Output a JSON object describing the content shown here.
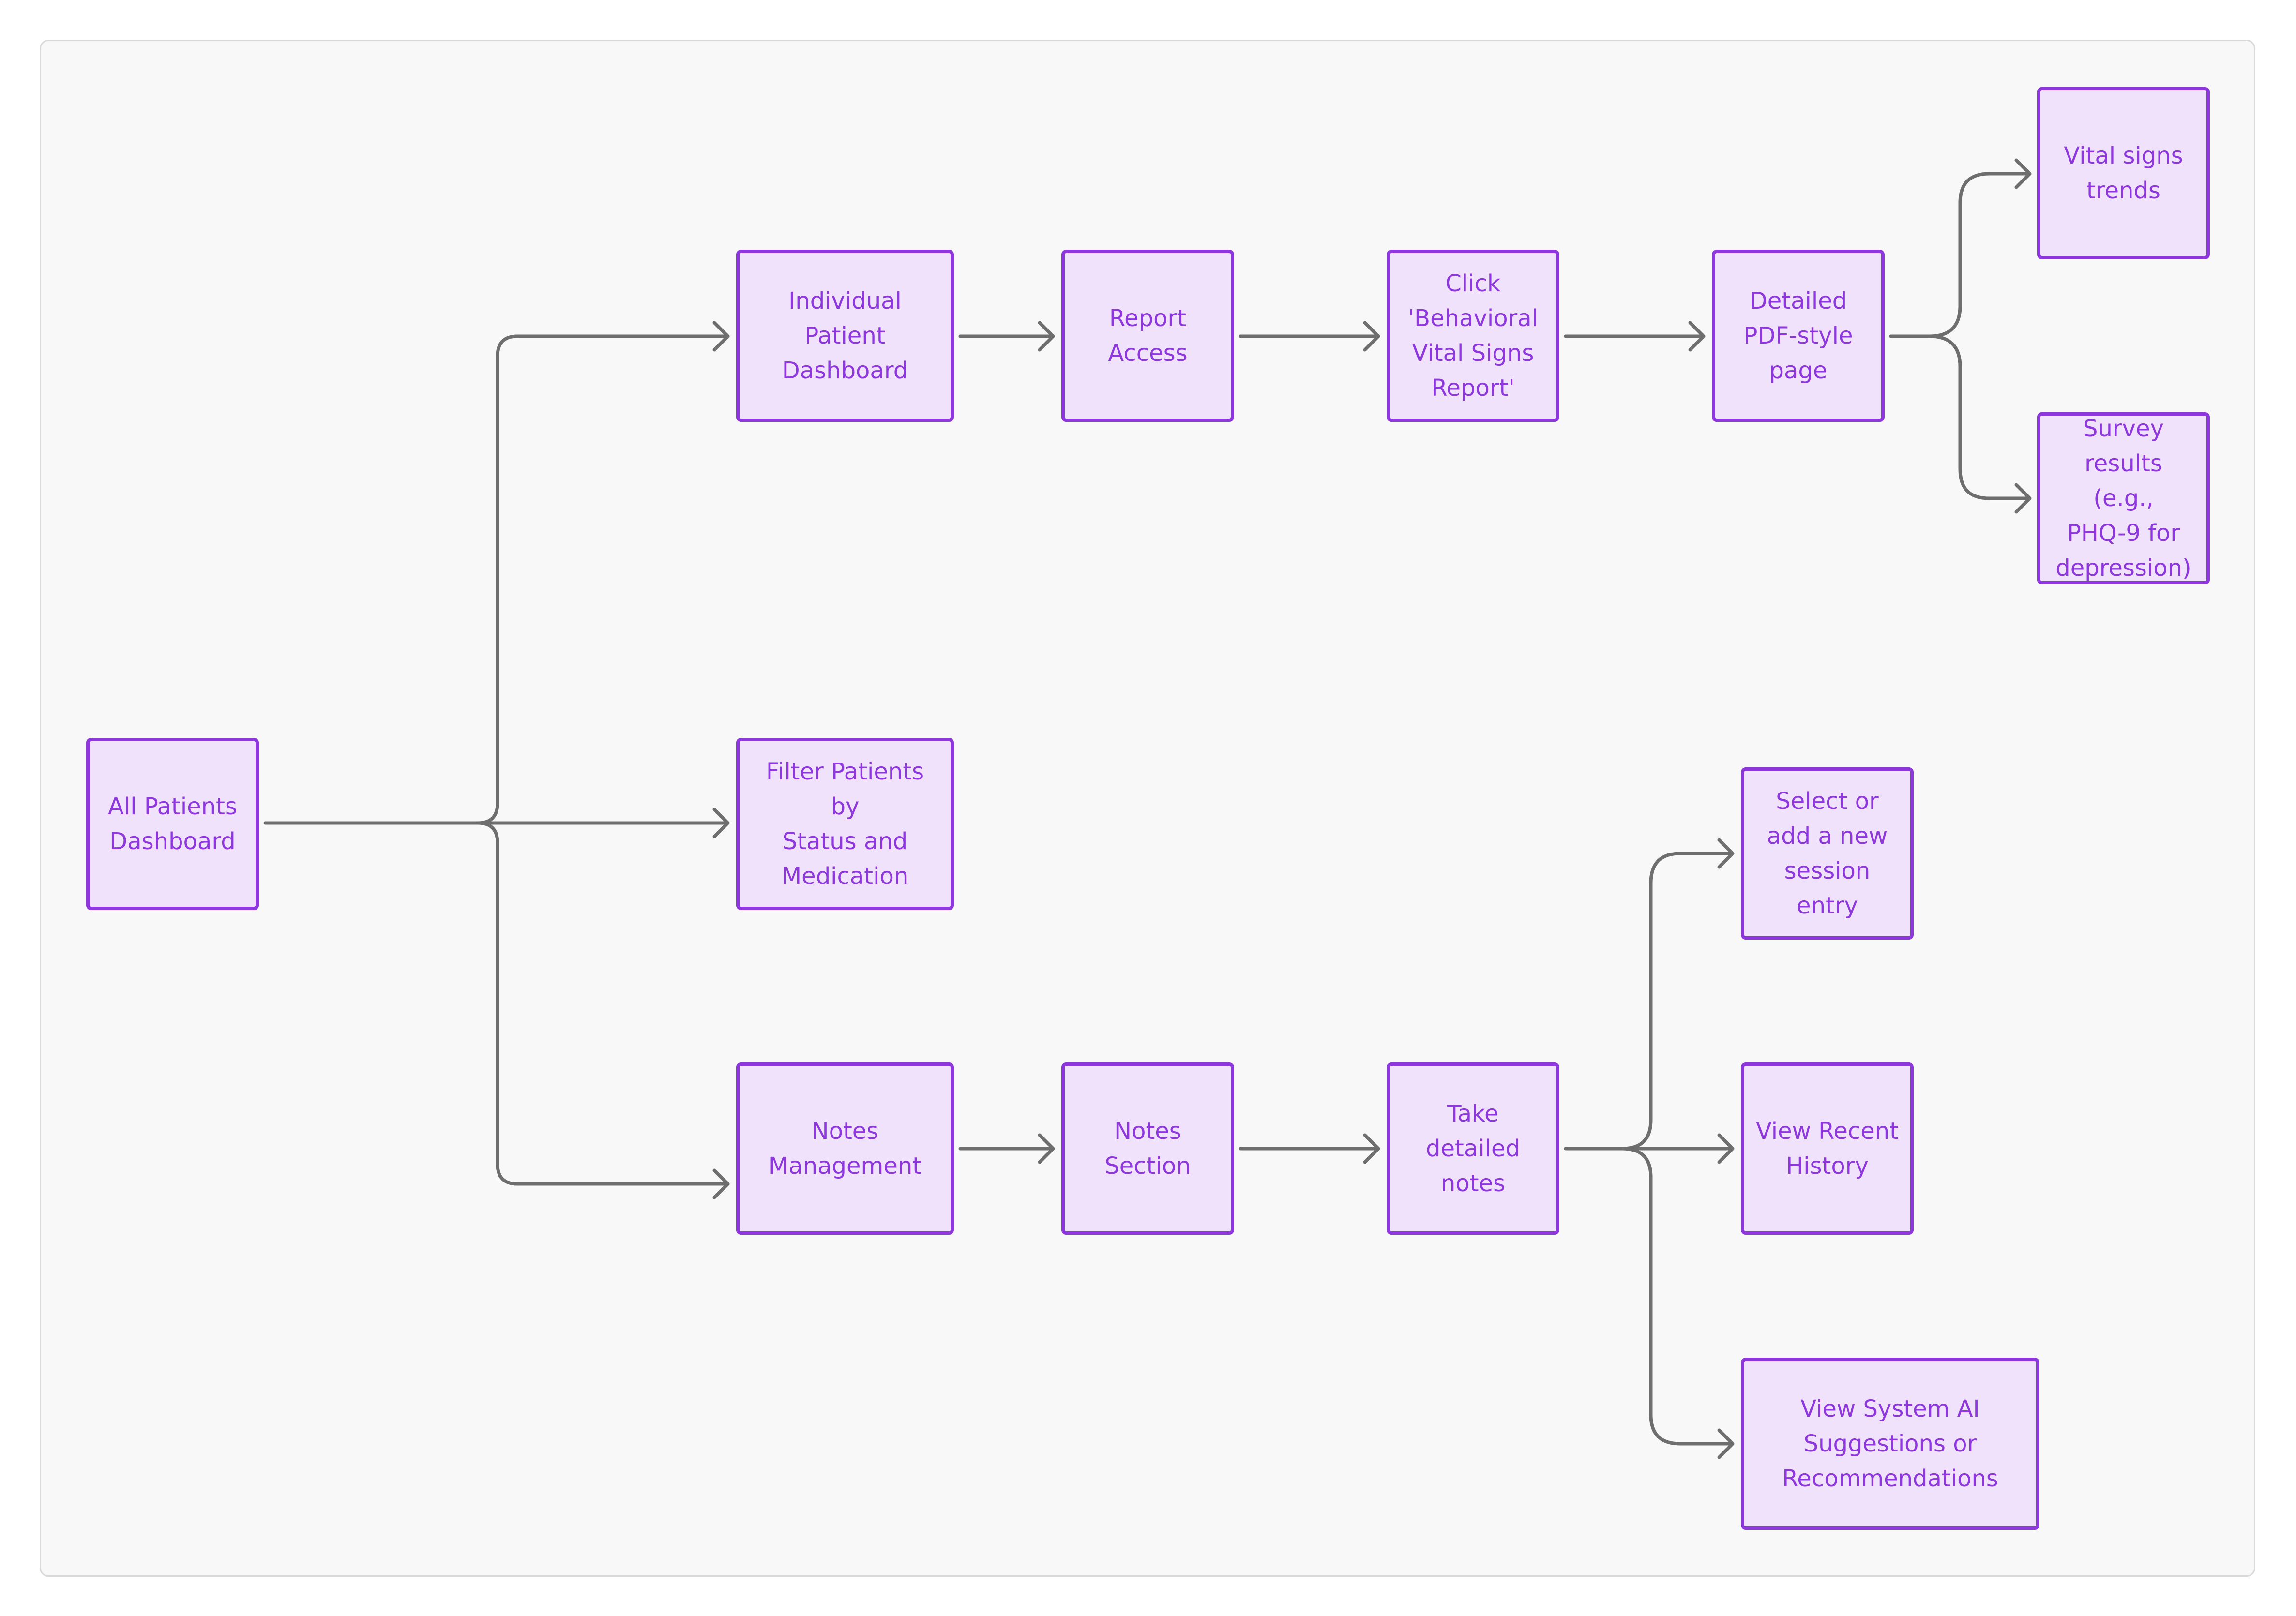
{
  "colors": {
    "background": "#ffffff",
    "panel_fill": "#f8f8f8",
    "panel_border": "#d9d9d9",
    "node_fill": "#f1e2fc",
    "node_border": "#8d37dd",
    "node_text": "#8d37dd",
    "connector": "#6e6e6e"
  },
  "nodes": {
    "all_patients": "All Patients\nDashboard",
    "individual_patient": "Individual\nPatient\nDashboard",
    "report_access": "Report\nAccess",
    "click_report": "Click\n'Behavioral\nVital Signs\nReport'",
    "detailed_pdf": "Detailed\nPDF-style\npage",
    "vital_trends": "Vital signs\ntrends",
    "survey_results": "Survey\nresults (e.g.,\nPHQ-9 for\ndepression)",
    "filter_patients": "Filter Patients by\nStatus and\nMedication",
    "notes_management": "Notes\nManagement",
    "notes_section": "Notes\nSection",
    "take_notes": "Take\ndetailed\nnotes",
    "select_session": "Select or\nadd a new\nsession\nentry",
    "recent_history": "View Recent\nHistory",
    "ai_suggestions": "View System AI\nSuggestions or\nRecommendations"
  },
  "edges": [
    {
      "from": "all_patients",
      "to": "individual_patient"
    },
    {
      "from": "all_patients",
      "to": "filter_patients"
    },
    {
      "from": "all_patients",
      "to": "notes_management"
    },
    {
      "from": "individual_patient",
      "to": "report_access"
    },
    {
      "from": "report_access",
      "to": "click_report"
    },
    {
      "from": "click_report",
      "to": "detailed_pdf"
    },
    {
      "from": "detailed_pdf",
      "to": "vital_trends"
    },
    {
      "from": "detailed_pdf",
      "to": "survey_results"
    },
    {
      "from": "notes_management",
      "to": "notes_section"
    },
    {
      "from": "notes_section",
      "to": "take_notes"
    },
    {
      "from": "take_notes",
      "to": "select_session"
    },
    {
      "from": "take_notes",
      "to": "recent_history"
    },
    {
      "from": "take_notes",
      "to": "ai_suggestions"
    }
  ]
}
